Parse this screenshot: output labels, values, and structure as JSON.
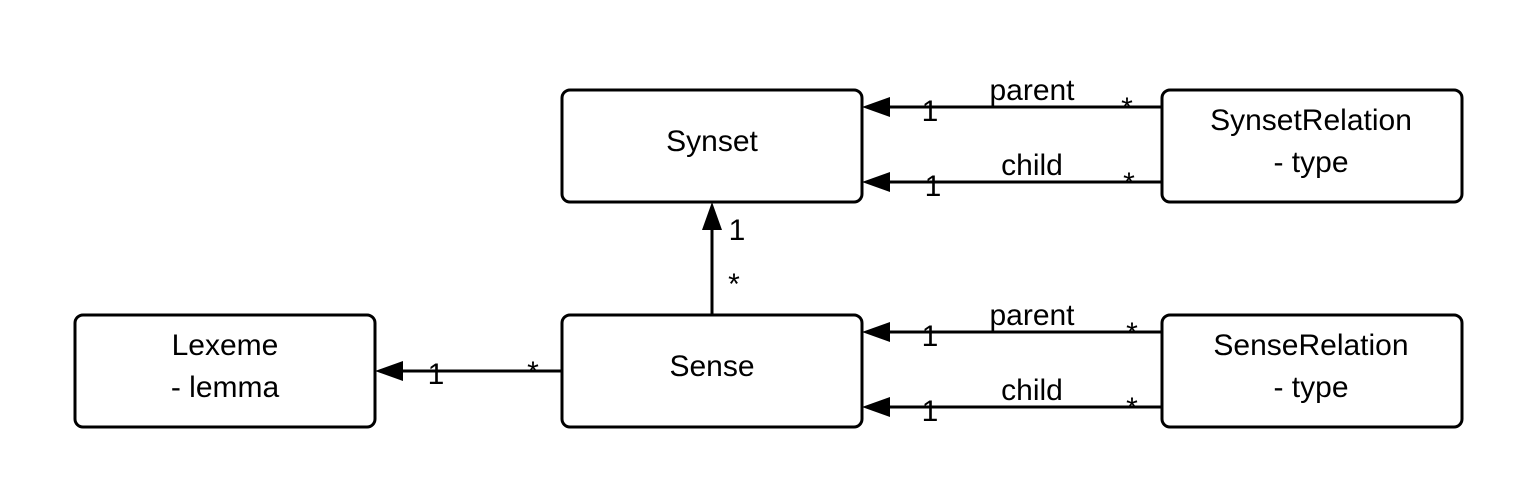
{
  "classes": {
    "synset": {
      "name": "Synset"
    },
    "synset_relation": {
      "name": "SynsetRelation",
      "attribute": "- type"
    },
    "lexeme": {
      "name": "Lexeme",
      "attribute": "- lemma"
    },
    "sense": {
      "name": "Sense"
    },
    "sense_relation": {
      "name": "SenseRelation",
      "attribute": "- type"
    }
  },
  "associations": {
    "synset_parent": {
      "role": "parent",
      "source_mult": "1",
      "target_mult": "*"
    },
    "synset_child": {
      "role": "child",
      "source_mult": "1",
      "target_mult": "*"
    },
    "sense_synset": {
      "source_mult": "1",
      "target_mult": "*"
    },
    "sense_lexeme": {
      "source_mult": "1",
      "target_mult": "*"
    },
    "sense_parent": {
      "role": "parent",
      "source_mult": "1",
      "target_mult": "*"
    },
    "sense_child": {
      "role": "child",
      "source_mult": "1",
      "target_mult": "*"
    }
  }
}
